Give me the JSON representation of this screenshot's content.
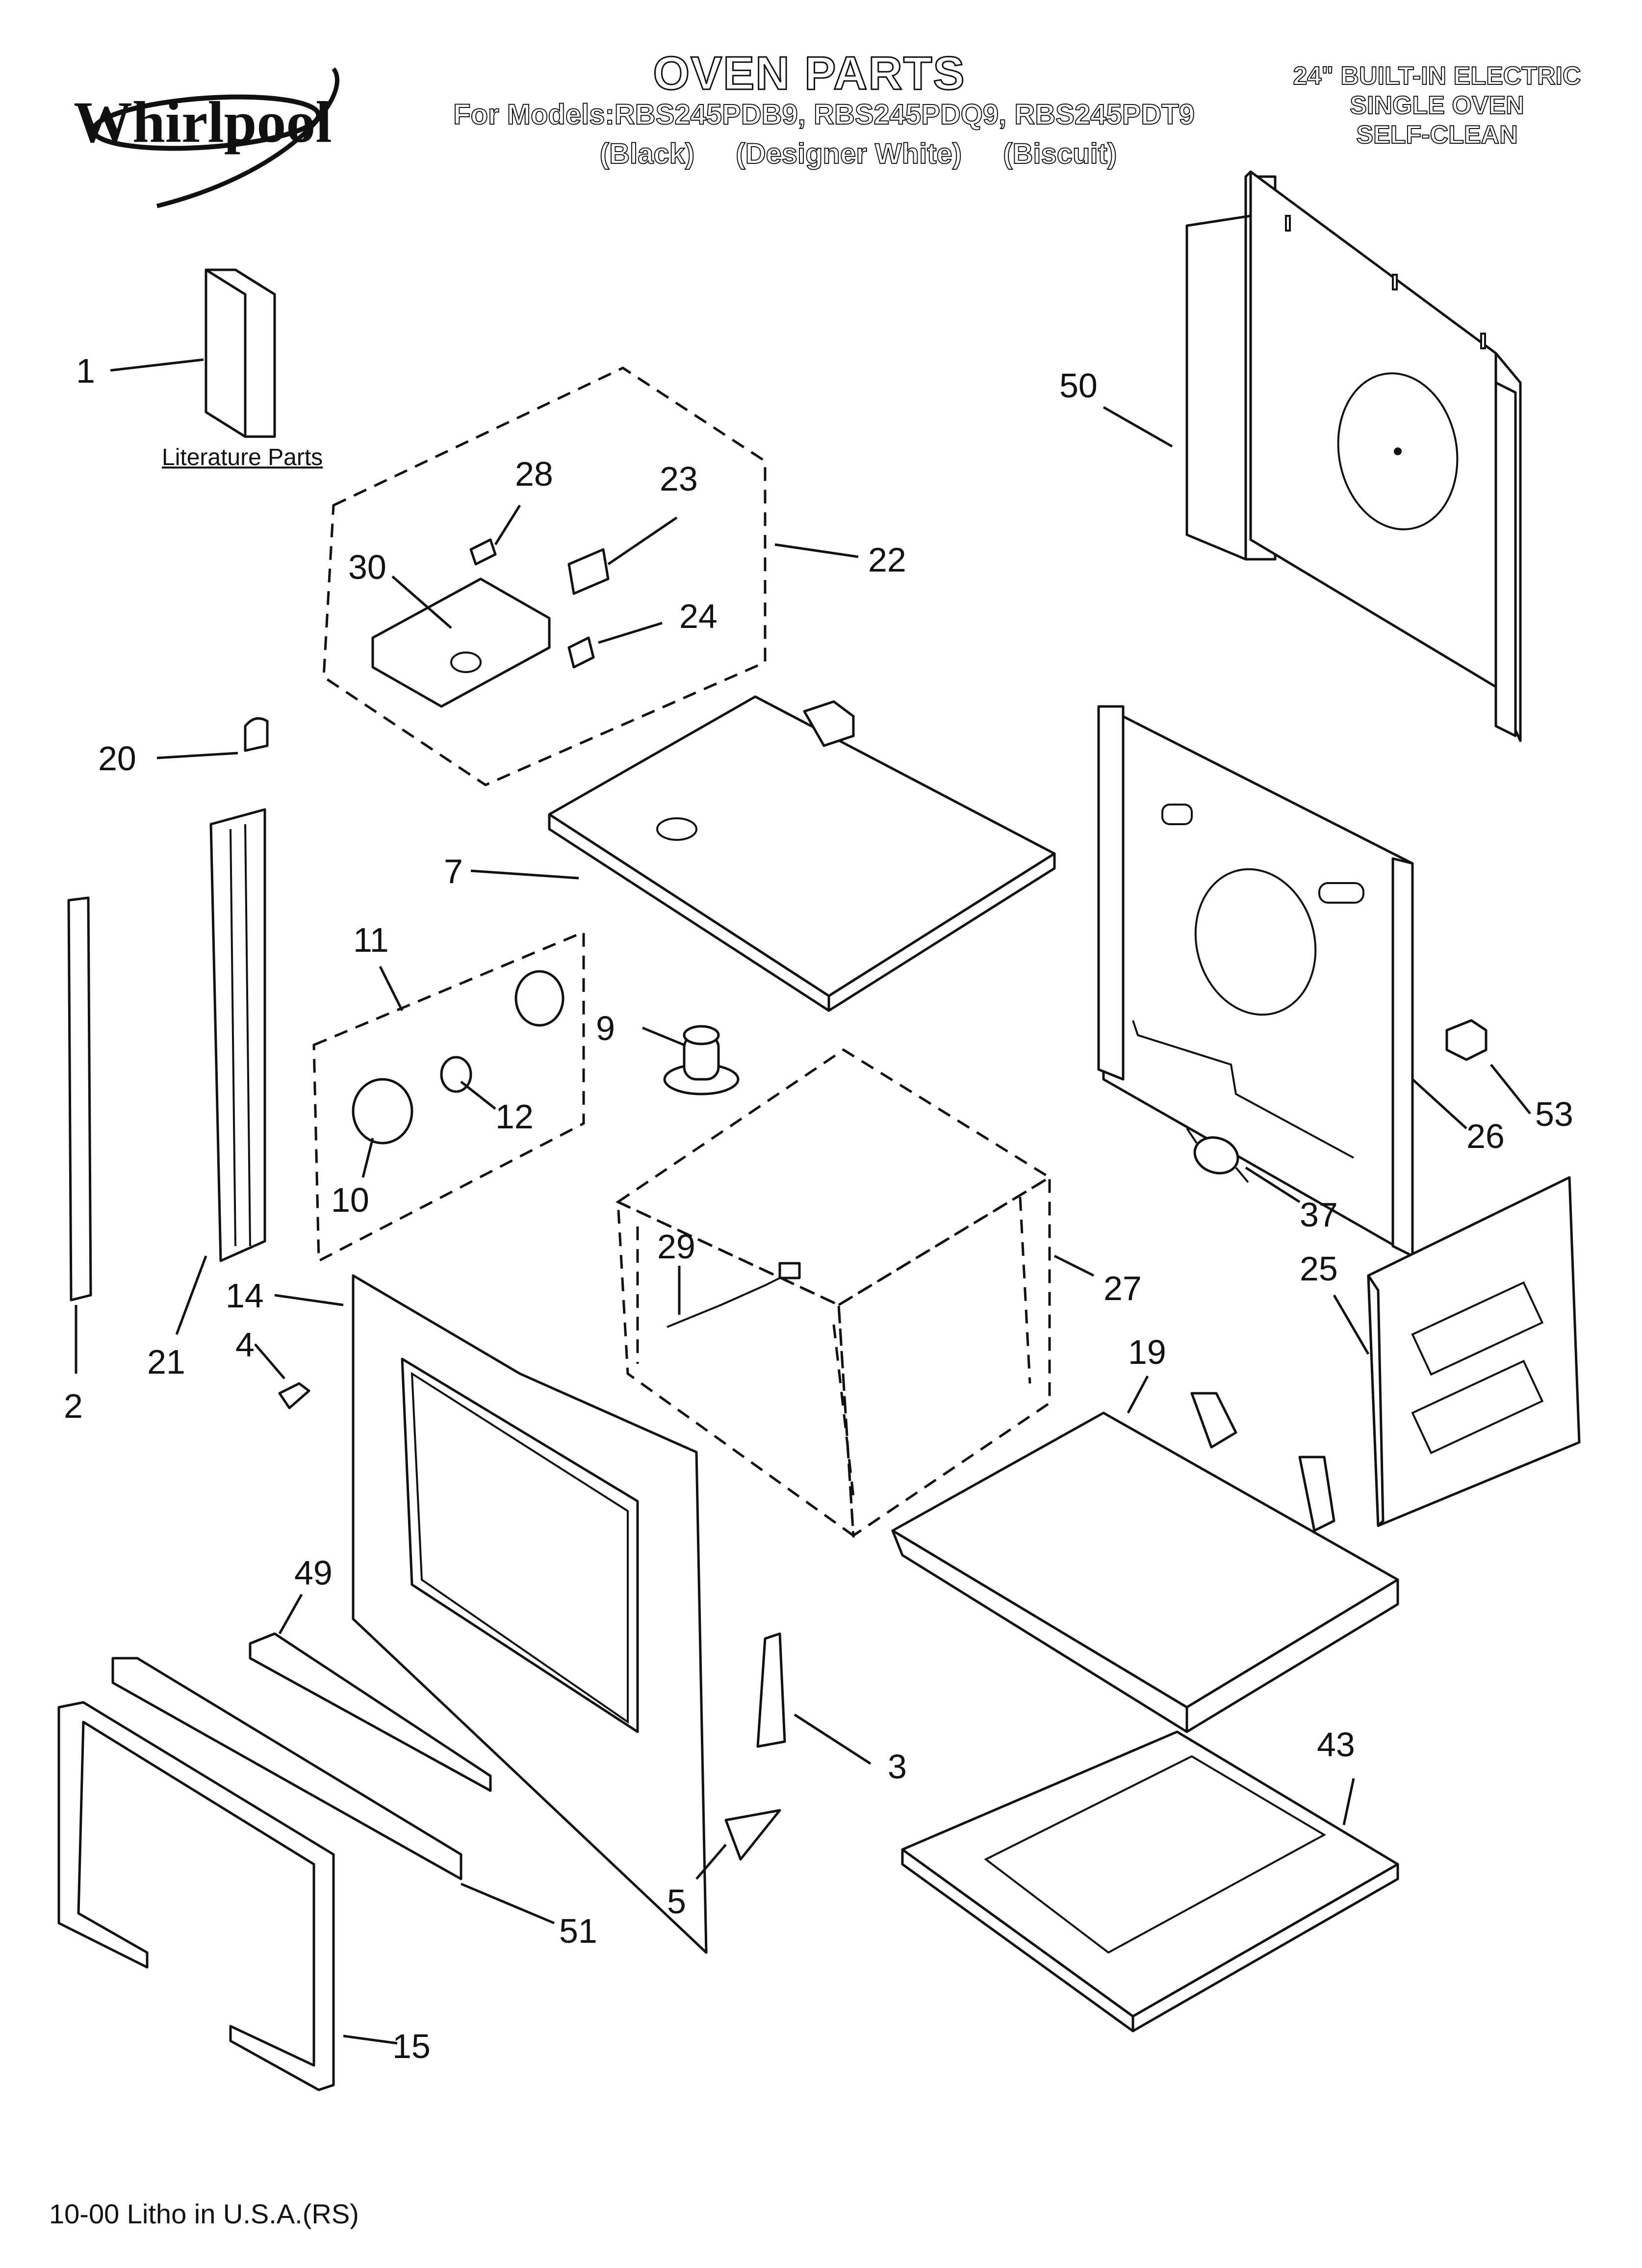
{
  "brand": "Whirlpool",
  "header": {
    "title": "OVEN PARTS",
    "models_line": "For Models:RBS245PDB9, RBS245PDQ9, RBS245PDT9",
    "colors": [
      "(Black)",
      "(Designer White)",
      "(Biscuit)"
    ],
    "product_lines": [
      "24\" BUILT-IN ELECTRIC",
      "SINGLE OVEN",
      "SELF-CLEAN"
    ]
  },
  "literature_label": "Literature Parts",
  "callouts": [
    "1",
    "50",
    "28",
    "23",
    "22",
    "30",
    "24",
    "20",
    "7",
    "11",
    "9",
    "26",
    "53",
    "12",
    "10",
    "37",
    "29",
    "25",
    "27",
    "14",
    "4",
    "19",
    "21",
    "2",
    "49",
    "3",
    "43",
    "5",
    "51",
    "15"
  ],
  "footer": "10-00 Litho in U.S.A.(RS)"
}
